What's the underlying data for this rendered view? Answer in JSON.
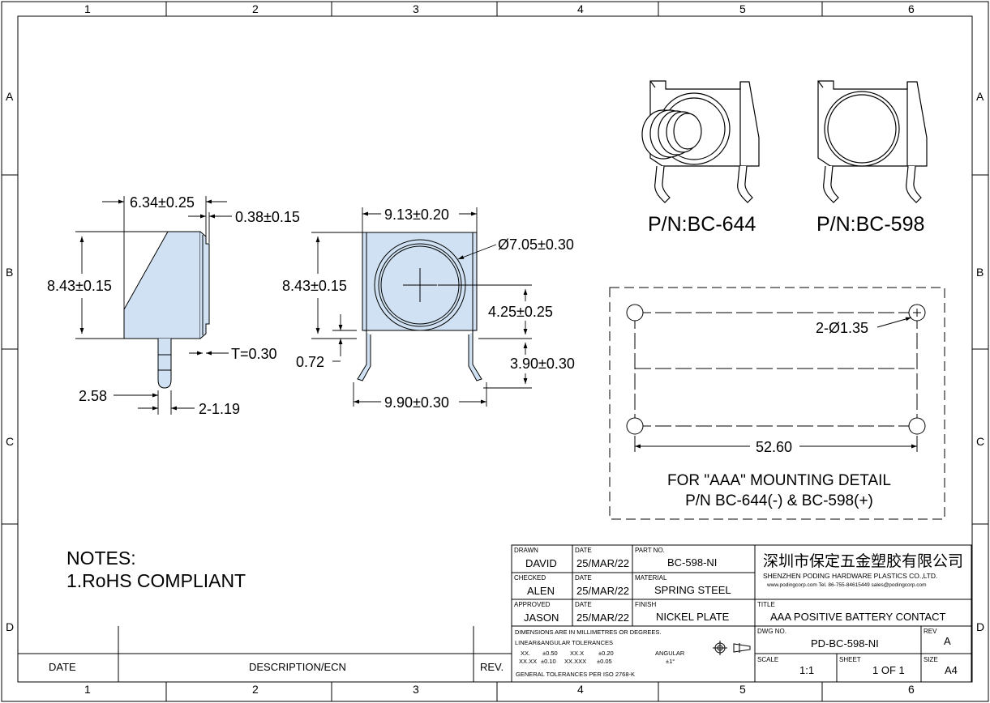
{
  "zones": {
    "columns": [
      "1",
      "2",
      "3",
      "4",
      "5",
      "6"
    ],
    "rows": [
      "A",
      "B",
      "C",
      "D"
    ]
  },
  "part_numbers": {
    "left": "P/N:BC-644",
    "right": "P/N:BC-598"
  },
  "dimensions": {
    "side_width": "6.34±0.25",
    "side_thickness": "0.38±0.15",
    "side_height": "8.43±0.15",
    "thickness_t": "T=0.30",
    "tab_offset": "2.58",
    "tab_width": "2-1.19",
    "front_width": "9.13±0.20",
    "diameter": "Ø7.05±0.30",
    "front_height": "8.43±0.15",
    "center_height": "4.25±0.25",
    "base_offset": "0.72",
    "leg_height": "3.90±0.30",
    "leg_span": "9.90±0.30"
  },
  "mounting": {
    "hole_label": "2-Ø1.35",
    "distance": "52.60",
    "caption_line1": "FOR \"AAA\" MOUNTING DETAIL",
    "caption_line2": "P/N BC-644(-) & BC-598(+)"
  },
  "notes": {
    "title": "NOTES:",
    "item1": "1.RoHS COMPLIANT"
  },
  "revision_table": {
    "date": "DATE",
    "description": "DESCRIPTION/ECN",
    "rev": "REV."
  },
  "title_block": {
    "drawn_label": "DRAWN",
    "drawn_value": "DAVID",
    "date_label": "DATE",
    "drawn_date": "25/MAR/22",
    "part_no_label": "PART NO.",
    "part_no_value": "BC-598-NI",
    "checked_label": "CHECKED",
    "checked_value": "ALEN",
    "checked_date": "25/MAR/22",
    "material_label": "MATERIAL",
    "material_value": "SPRING STEEL",
    "approved_label": "APPROVED",
    "approved_value": "JASON",
    "approved_date": "25/MAR/22",
    "finish_label": "FINISH",
    "finish_value": "NICKEL PLATE",
    "company_cn": "深圳市保定五金塑胶有限公司",
    "company_en": "SHENZHEN PODING HARDWARE PLASTICS CO.,LTD.",
    "company_contact": "www.podingcorp.com   Tel. 86-755-84615449   sales@podingcorp.com",
    "title_label": "TITLE",
    "title_value": "AAA POSITIVE BATTERY CONTACT",
    "dimensions_note": "DIMENSIONS ARE IN MILLIMETRES OR DEGREES.",
    "tolerance_heading": "LINEAR&ANGULAR TOLERANCES",
    "tol_xx": "XX.",
    "tol_xx_val": "±0.50",
    "tol_xxx": "XX.X",
    "tol_xxx_val": "±0.20",
    "tol_xxxx": "XX.XX",
    "tol_xxxx_val": "±0.10",
    "tol_xxxxx": "XX.XXX",
    "tol_xxxxx_val": "±0.05",
    "angular_label": "ANGULAR",
    "angular_val": "±1°",
    "general_tol": "GENERAL TOLERANCES PER ISO 2768-K",
    "dwg_no_label": "DWG NO.",
    "dwg_no_value": "PD-BC-598-NI",
    "rev_label": "REV",
    "rev_value": "A",
    "scale_label": "SCALE",
    "scale_value": "1:1",
    "sheet_label": "SHEET",
    "sheet_value": "1 OF 1",
    "size_label": "SIZE",
    "size_value": "A4"
  }
}
